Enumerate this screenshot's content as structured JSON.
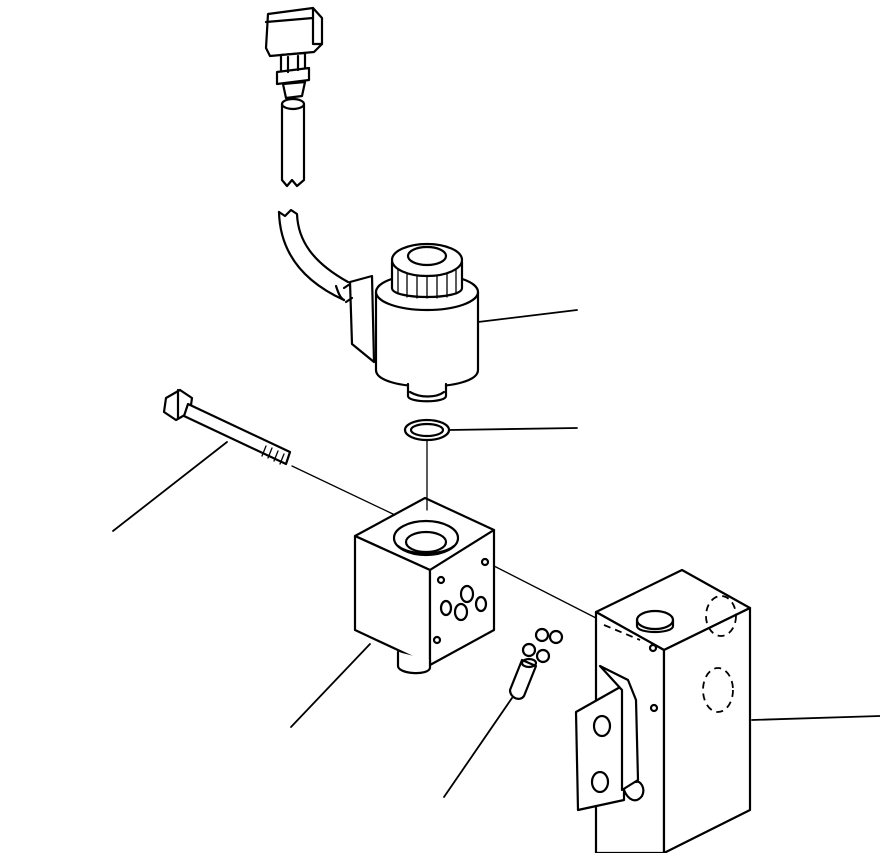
{
  "diagram": {
    "parts": [
      "connector-plug",
      "wire-harness",
      "solenoid-coil",
      "o-ring",
      "mounting-bolt",
      "valve-body",
      "plugs",
      "manifold-block"
    ],
    "leader_count": 6,
    "colors": {
      "line": "#000000",
      "background": "#ffffff"
    }
  }
}
